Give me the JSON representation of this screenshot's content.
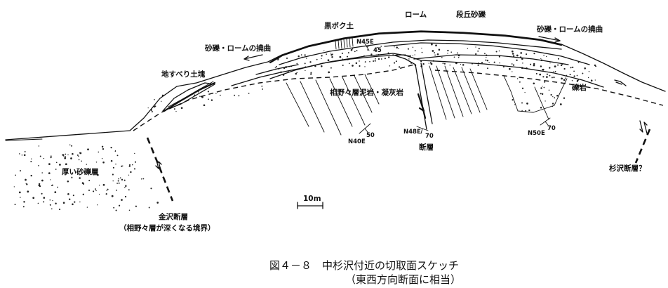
{
  "labels": {
    "loam": "ローム",
    "kurobokudo": "黒ボク土",
    "terrace_gravel": "段丘砂礫",
    "flexure_left": "砂礫・ロームの撓曲",
    "flexure_right": "砂礫・ロームの撓曲",
    "landslide_block": "地すべり土塊",
    "aino_formation": "相野々層泥岩・凝灰岩",
    "conglomerate": "礫岩",
    "thick_gravel": "厚い砂礫層",
    "fault": "断層",
    "kanezawa_fault": "金沢断層",
    "kanezawa_fault_note": "（相野々層が深くなる境界）",
    "sugisawa_fault": "杉沢断層？",
    "scale": "10m"
  },
  "attitudes": {
    "n45e": "N45E",
    "n45e_dip": "45",
    "n40e": "N40E",
    "n40e_dip": "50",
    "n48e": "N48E",
    "n48e_dip": "70",
    "n50e": "N50E",
    "n50e_dip": "70"
  },
  "caption": {
    "title": "図４－８　中杉沢付近の切取面スケッチ",
    "subtitle": "（東西方向断面に相当）"
  }
}
